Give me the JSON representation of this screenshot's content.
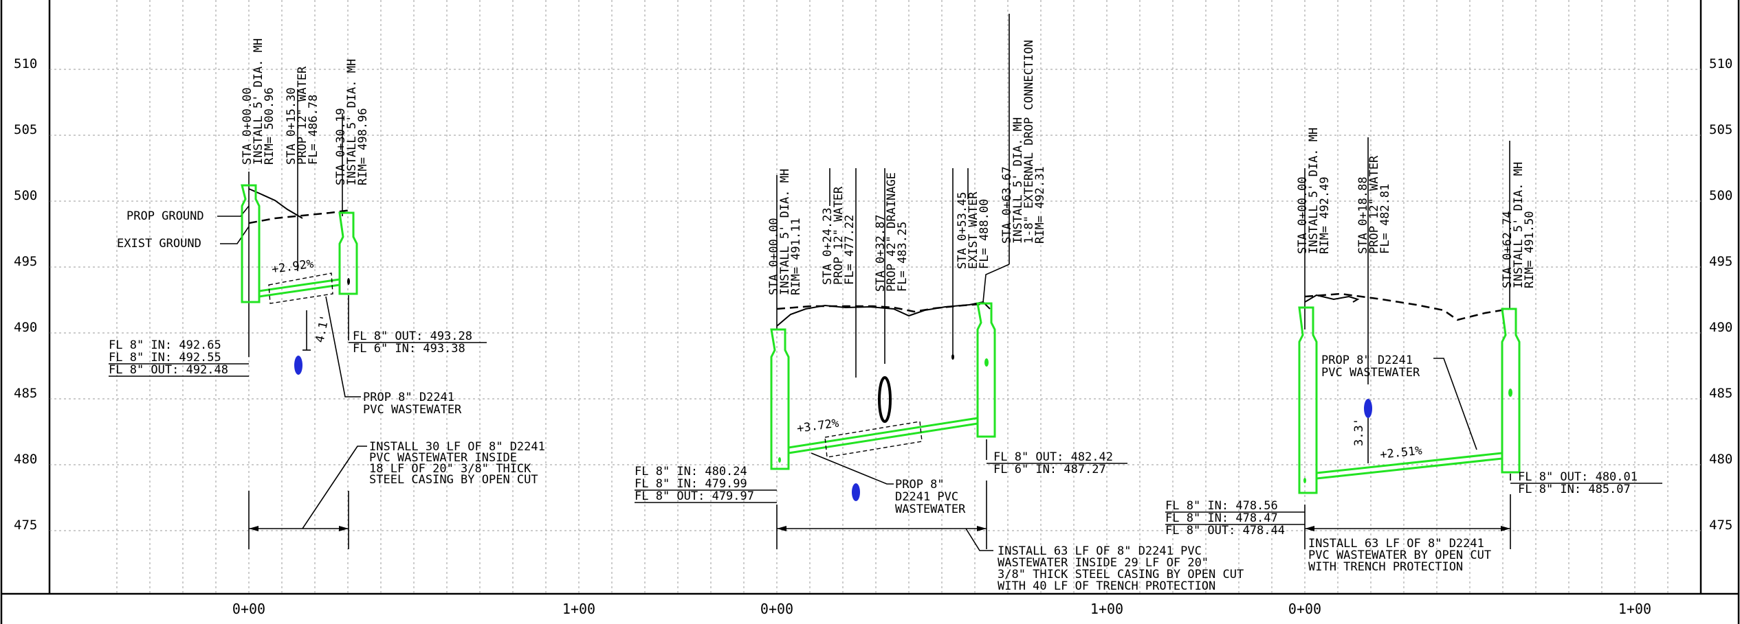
{
  "elevation_labels": [
    "510",
    "505",
    "500",
    "495",
    "490",
    "485",
    "480",
    "475"
  ],
  "station_labels": [
    "0+00",
    "1+00",
    "0+00",
    "1+00",
    "0+00",
    "1+00"
  ],
  "profile_1": {
    "callouts": [
      [
        "STA 0+00.00",
        "INSTALL 5' DIA. MH",
        "RIM= 500.96"
      ],
      [
        "STA 0+15.30",
        "PROP 12\" WATER",
        "FL= 486.78"
      ],
      [
        "STA 0+30.19",
        "INSTALL 5' DIA. MH",
        "RIM= 498.96"
      ]
    ],
    "prop_ground": "PROP GROUND",
    "exist_ground": "EXIST GROUND",
    "slope": "+2.92%",
    "clearance": "4.1'",
    "fl_in": [
      "FL 8\" IN: 492.65",
      "FL 8\" IN: 492.55",
      "FL 8\" OUT: 492.48"
    ],
    "fl_out": [
      "FL 8\" OUT: 493.28",
      "FL 6\" IN: 493.38"
    ],
    "pipe_note": [
      "PROP 8\" D2241",
      "PVC WASTEWATER"
    ],
    "install_note": [
      "INSTALL 30 LF OF 8\" D2241",
      "PVC WASTEWATER INSIDE",
      "18 LF OF 20\" 3/8\" THICK",
      "STEEL CASING BY OPEN CUT"
    ]
  },
  "profile_2": {
    "callouts": [
      [
        "STA 0+00.00",
        "INSTALL 5' DIA. MH",
        "RIM= 491.11"
      ],
      [
        "STA 0+24.23",
        "PROP 12\" WATER",
        "FL= 477.22"
      ],
      [
        "STA 0+32.87",
        "PROP 42\" DRAINAGE",
        "FL= 483.25"
      ],
      [
        "STA 0+53.45",
        "EXIST WATER",
        "FL= 488.00"
      ],
      [
        "STA 0+63.67",
        "INSTALL 5' DIA. MH",
        "1-8\" EXTERNAL DROP CONNECTION",
        "RIM= 492.31"
      ]
    ],
    "slope": "+3.72%",
    "fl_in": [
      "FL 8\" IN: 480.24",
      "FL 8\" IN: 479.99",
      "FL 8\" OUT: 479.97"
    ],
    "fl_out": [
      "FL 8\" OUT: 482.42",
      "FL 6\" IN: 487.27"
    ],
    "pipe_note": [
      "PROP 8\"",
      "D2241 PVC",
      "WASTEWATER"
    ],
    "install_note": [
      "INSTALL 63 LF OF 8\" D2241 PVC",
      "WASTEWATER INSIDE 29 LF OF 20\"",
      "3/8\" THICK STEEL CASING BY OPEN CUT",
      "WITH 40 LF OF TRENCH PROTECTION"
    ]
  },
  "profile_3": {
    "callouts": [
      [
        "STA 0+00.00",
        "INSTALL 5' DIA. MH",
        "RIM= 492.49"
      ],
      [
        "STA 0+18.88",
        "PROP 12\" WATER",
        "FL= 482.81"
      ],
      [
        "STA 0+62.74",
        "INSTALL 5' DIA. MH",
        "RIM= 491.50"
      ]
    ],
    "slope": "+2.51%",
    "clearance": "3.3'",
    "fl_in": [
      "FL 8\" IN: 478.56",
      "FL 8\" IN: 478.47",
      "FL 8\" OUT: 478.44"
    ],
    "fl_out": [
      "FL 8\" OUT: 480.01",
      "FL 8\" IN: 485.07"
    ],
    "pipe_note": [
      "PROP 8\" D2241",
      "PVC WASTEWATER"
    ],
    "install_note": [
      "INSTALL 63 LF OF 8\" D2241",
      "PVC WASTEWATER BY OPEN CUT",
      "WITH TRENCH PROTECTION"
    ]
  },
  "colors": {
    "pipe": "#22e322",
    "utility": "#1f2bd8",
    "grid": "#9a9a9a",
    "ink": "#000000"
  }
}
